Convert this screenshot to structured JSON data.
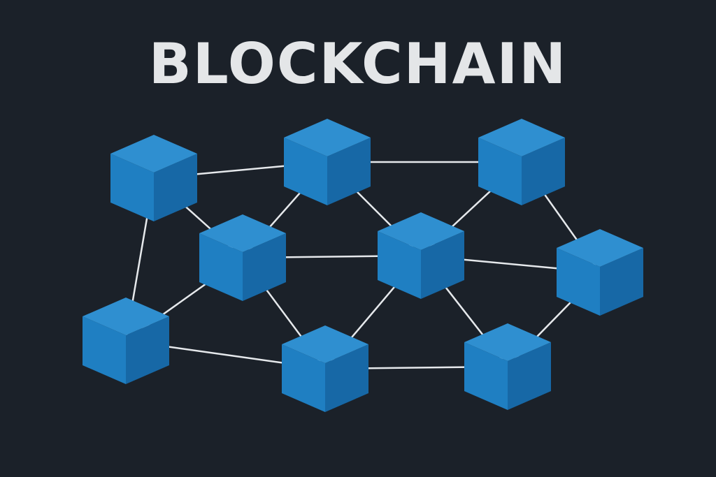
{
  "title": "BLOCKCHAIN",
  "colors": {
    "background": "#1b2129",
    "title": "#e4e6e8",
    "connector": "#e6e9ec",
    "cube_top": "#2f8fd0",
    "cube_left": "#1f7fc2",
    "cube_right": "#1768a6"
  },
  "diagram": {
    "node_icon": "cube-icon",
    "nodes": [
      "block-1",
      "block-2",
      "block-3",
      "block-4",
      "block-5",
      "block-6",
      "block-7",
      "block-8",
      "block-9",
      "block-10"
    ],
    "links": [
      [
        "block-1",
        "block-2"
      ],
      [
        "block-2",
        "block-3"
      ],
      [
        "block-1",
        "block-4"
      ],
      [
        "block-2",
        "block-4"
      ],
      [
        "block-2",
        "block-5"
      ],
      [
        "block-3",
        "block-5"
      ],
      [
        "block-3",
        "block-6"
      ],
      [
        "block-4",
        "block-5"
      ],
      [
        "block-5",
        "block-6"
      ],
      [
        "block-1",
        "block-7"
      ],
      [
        "block-4",
        "block-7"
      ],
      [
        "block-4",
        "block-8"
      ],
      [
        "block-5",
        "block-8"
      ],
      [
        "block-5",
        "block-9"
      ],
      [
        "block-6",
        "block-9"
      ],
      [
        "block-7",
        "block-8"
      ],
      [
        "block-8",
        "block-9"
      ]
    ]
  }
}
